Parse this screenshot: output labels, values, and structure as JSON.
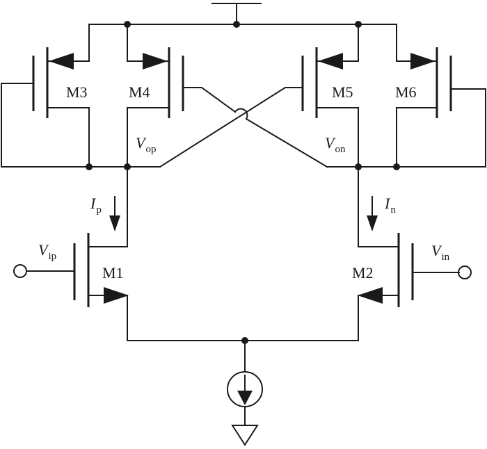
{
  "transistors": {
    "m1": "M1",
    "m2": "M2",
    "m3": "M3",
    "m4": "M4",
    "m5": "M5",
    "m6": "M6"
  },
  "nodes": {
    "vop": {
      "main": "V",
      "sub": "op"
    },
    "von": {
      "main": "V",
      "sub": "on"
    },
    "vip": {
      "main": "V",
      "sub": "ip"
    },
    "vin": {
      "main": "V",
      "sub": "in"
    }
  },
  "currents": {
    "ip": {
      "main": "I",
      "sub": "p"
    },
    "in": {
      "main": "I",
      "sub": "n"
    }
  }
}
